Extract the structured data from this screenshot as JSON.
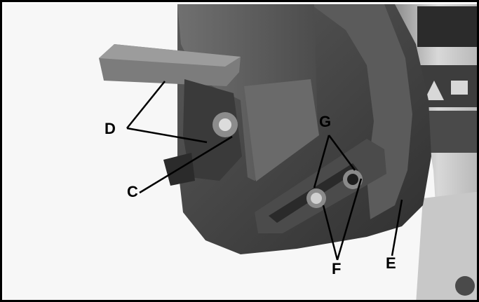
{
  "callouts": {
    "d": "D",
    "c": "C",
    "g": "G",
    "f": "F",
    "e": "E"
  },
  "colors": {
    "metal_dark": "#3e3e3e",
    "metal_mid": "#6f6f6f",
    "metal_light": "#a7a7a7",
    "background": "#fbfbfb",
    "leader": "#000000"
  }
}
